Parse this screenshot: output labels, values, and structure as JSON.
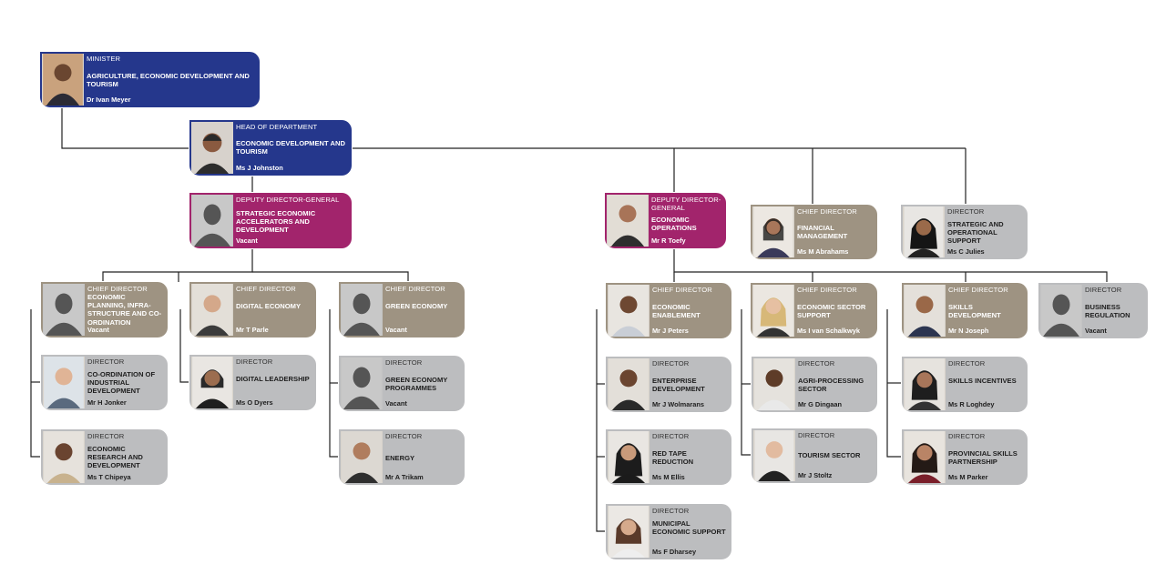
{
  "cards": {
    "minister": {
      "role": "MINISTER",
      "unit": "AGRICULTURE, ECONOMIC DEVELOPMENT AND TOURISM",
      "person": "Dr Ivan Meyer"
    },
    "hod": {
      "role": "HEAD OF DEPARTMENT",
      "unit": "ECONOMIC DEVELOPMENT AND TOURISM",
      "person": "Ms J Johnston"
    },
    "ddg_sea": {
      "role": "DEPUTY DIRECTOR-GENERAL",
      "unit": "STRATEGIC ECONOMIC ACCELERATORS AND DEVELOPMENT",
      "person": "Vacant"
    },
    "ddg_eo": {
      "role": "DEPUTY DIRECTOR-GENERAL",
      "unit": "ECONOMIC OPERATIONS",
      "person": "Mr R Toefy"
    },
    "cd_fin": {
      "role": "CHIEF DIRECTOR",
      "unit": "FINANCIAL MANAGEMENT",
      "person": "Ms M Abrahams"
    },
    "dir_sos": {
      "role": "DIRECTOR",
      "unit": "STRATEGIC AND OPERATIONAL SUPPORT",
      "person": "Ms C Julies"
    },
    "cd_epi": {
      "role": "CHIEF DIRECTOR",
      "unit": "ECONOMIC PLANNING, INFRA-STRUCTURE AND CO-ORDINATION",
      "person": "Vacant"
    },
    "cd_digital": {
      "role": "CHIEF DIRECTOR",
      "unit": "DIGITAL ECONOMY",
      "person": "Mr T Parle"
    },
    "cd_green": {
      "role": "CHIEF DIRECTOR",
      "unit": "GREEN ECONOMY",
      "person": "Vacant"
    },
    "dir_coord": {
      "role": "DIRECTOR",
      "unit": "CO-ORDINATION OF INDUSTRIAL DEVELOPMENT",
      "person": "Mr H Jonker"
    },
    "dir_research": {
      "role": "DIRECTOR",
      "unit": "ECONOMIC RESEARCH AND DEVELOPMENT",
      "person": "Ms T Chipeya"
    },
    "dir_digital": {
      "role": "DIRECTOR",
      "unit": "DIGITAL LEADERSHIP",
      "person": "Ms O Dyers"
    },
    "dir_greenprog": {
      "role": "DIRECTOR",
      "unit": "GREEN ECONOMY PROGRAMMES",
      "person": "Vacant"
    },
    "dir_energy": {
      "role": "DIRECTOR",
      "unit": "ENERGY",
      "person": "Mr A Trikam"
    },
    "cd_enable": {
      "role": "CHIEF DIRECTOR",
      "unit": "ECONOMIC ENABLEMENT",
      "person": "Mr J Peters"
    },
    "cd_sector": {
      "role": "CHIEF DIRECTOR",
      "unit": "ECONOMIC SECTOR SUPPORT",
      "person": "Ms I van Schalkwyk"
    },
    "cd_skills": {
      "role": "CHIEF DIRECTOR",
      "unit": "SKILLS DEVELOPMENT",
      "person": "Mr N Joseph"
    },
    "dir_bizreg": {
      "role": "DIRECTOR",
      "unit": "BUSINESS REGULATION",
      "person": "Vacant"
    },
    "dir_enterprise": {
      "role": "DIRECTOR",
      "unit": "ENTERPRISE DEVELOPMENT",
      "person": "Mr J Wolmarans"
    },
    "dir_redtape": {
      "role": "DIRECTOR",
      "unit": "RED TAPE REDUCTION",
      "person": "Ms M Ellis"
    },
    "dir_municipal": {
      "role": "DIRECTOR",
      "unit": "MUNICIPAL ECONOMIC SUPPORT",
      "person": "Ms F Dharsey"
    },
    "dir_agri": {
      "role": "DIRECTOR",
      "unit": "AGRI-PROCESSING SECTOR",
      "person": "Mr G Dingaan"
    },
    "dir_tourism": {
      "role": "DIRECTOR",
      "unit": "TOURISM SECTOR",
      "person": "Mr J Stoltz"
    },
    "dir_skillsinc": {
      "role": "DIRECTOR",
      "unit": "SKILLS INCENTIVES",
      "person": "Ms R Loghdey"
    },
    "dir_provskills": {
      "role": "DIRECTOR",
      "unit": "PROVINCIAL SKILLS PARTNERSHIP",
      "person": "Ms M Parker"
    }
  },
  "colors": {
    "navy": "#25378c",
    "magenta": "#a2246c",
    "taupe": "#9e9382",
    "grey": "#bcbdbf",
    "connector": "#222222"
  }
}
